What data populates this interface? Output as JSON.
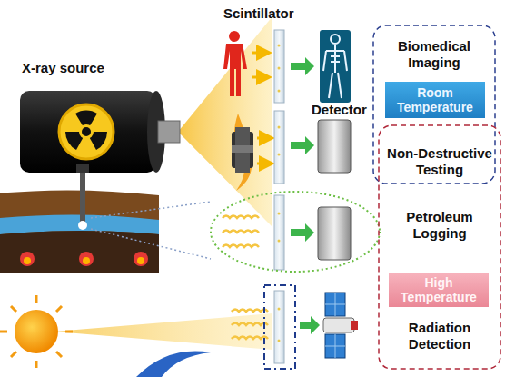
{
  "diagram": {
    "nodes": [
      {
        "text": [
          "Room Temperature"
        ]
      },
      {
        "text": [
          "High Temperature"
        ]
      }
    ],
    "labels": [
      "X-ray source",
      "Scintillator",
      "Detector",
      "Biomedical Imaging",
      "Non-Destructive Testing",
      "Petroleum Logging",
      "Radiation Detection"
    ]
  }
}
